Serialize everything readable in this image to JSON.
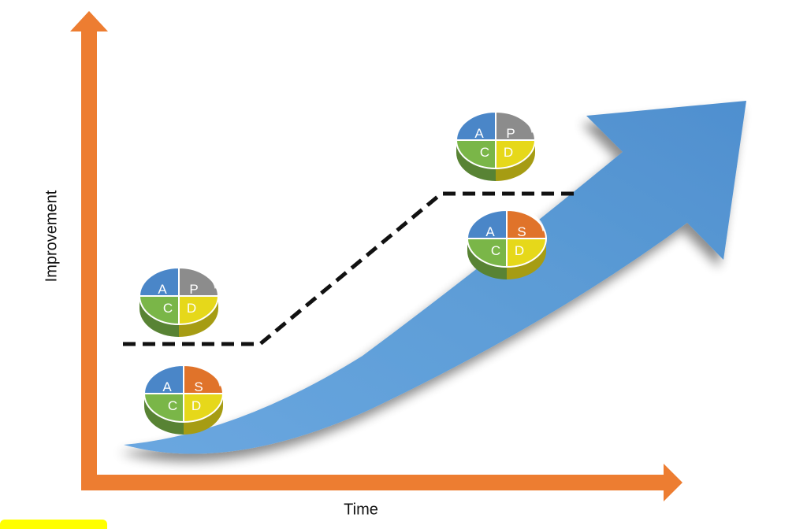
{
  "axes": {
    "y_label": "Improvement",
    "x_label": "Time"
  },
  "colors": {
    "axis": "#ed7d31",
    "trend_arrow": "#5b9bd5",
    "dashed_line": "#111111",
    "act": "#4a86c8",
    "plan": "#8c8c8c",
    "standardize": "#e0732a",
    "check": "#7ab648",
    "do": "#e6d81a"
  },
  "wheels": [
    {
      "type": "SDCA",
      "quadrants": [
        "A",
        "S",
        "C",
        "D"
      ]
    },
    {
      "type": "PDCA",
      "quadrants": [
        "A",
        "P",
        "C",
        "D"
      ]
    },
    {
      "type": "SDCA",
      "quadrants": [
        "A",
        "S",
        "C",
        "D"
      ]
    },
    {
      "type": "PDCA",
      "quadrants": [
        "A",
        "P",
        "C",
        "D"
      ]
    }
  ]
}
